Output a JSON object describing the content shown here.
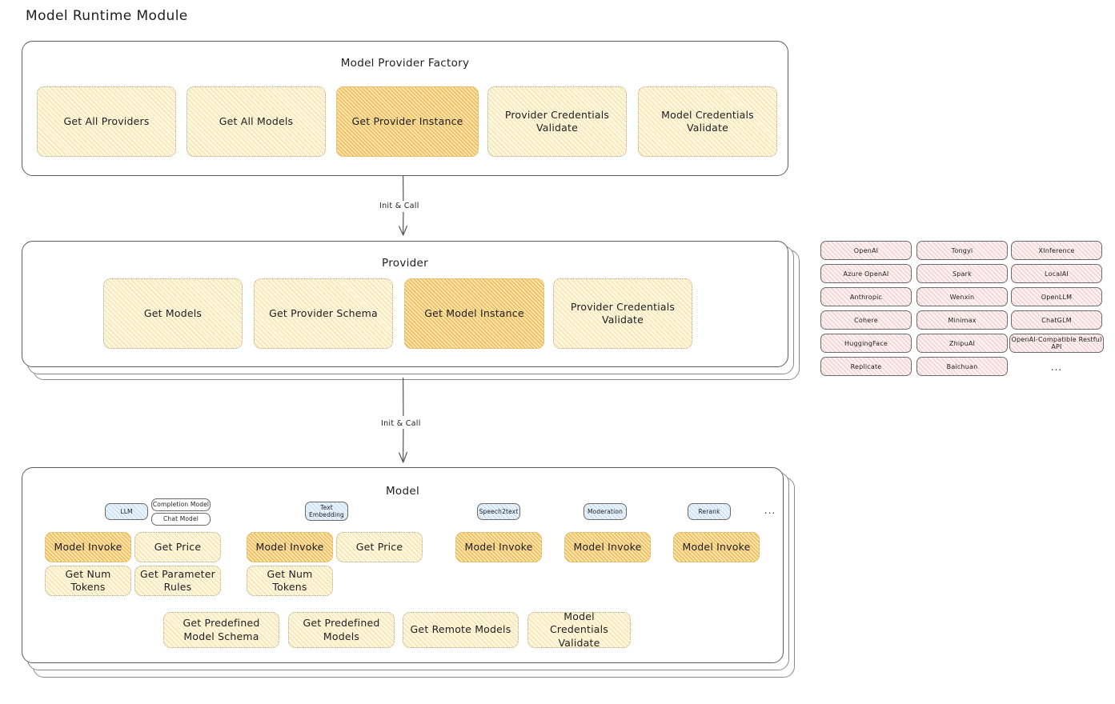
{
  "page": {
    "title": "Model Runtime Module"
  },
  "factory": {
    "title": "Model Provider Factory",
    "cards": [
      {
        "label": "Get All Providers",
        "highlight": false
      },
      {
        "label": "Get All Models",
        "highlight": false
      },
      {
        "label": "Get Provider Instance",
        "highlight": true
      },
      {
        "label": "Provider Credentials Validate",
        "highlight": false
      },
      {
        "label": "Model Credentials Validate",
        "highlight": false
      }
    ]
  },
  "arrows": [
    {
      "label": "Init & Call"
    },
    {
      "label": "Init & Call"
    }
  ],
  "provider": {
    "title": "Provider",
    "cards": [
      {
        "label": "Get Models",
        "highlight": false
      },
      {
        "label": "Get Provider Schema",
        "highlight": false
      },
      {
        "label": "Get Model Instance",
        "highlight": true
      },
      {
        "label": "Provider Credentials Validate",
        "highlight": false
      }
    ]
  },
  "provider_list": {
    "columns": [
      {
        "items": [
          "OpenAI",
          "Azure OpenAI",
          "Anthropic",
          "Cohere",
          "HuggingFace",
          "Replicate"
        ]
      },
      {
        "items": [
          "Tongyi",
          "Spark",
          "Wenxin",
          "Minimax",
          "ZhipuAI",
          "Baichuan"
        ]
      },
      {
        "items": [
          "XInference",
          "LocalAI",
          "OpenLLM",
          "ChatGLM",
          "OpenAI-Compatible Restful API"
        ]
      }
    ],
    "more": "..."
  },
  "model": {
    "title": "Model",
    "more": "...",
    "types": [
      {
        "name": "LLM",
        "sub": [
          "Completion Model",
          "Chat Model"
        ],
        "cards": [
          {
            "label": "Model Invoke",
            "highlight": true
          },
          {
            "label": "Get Price",
            "highlight": false
          },
          {
            "label": "Get Num Tokens",
            "highlight": false
          },
          {
            "label": "Get Parameter Rules",
            "highlight": false
          }
        ]
      },
      {
        "name": "Text Embedding",
        "sub": [],
        "cards": [
          {
            "label": "Model Invoke",
            "highlight": true
          },
          {
            "label": "Get Price",
            "highlight": false
          },
          {
            "label": "Get Num Tokens",
            "highlight": false
          }
        ]
      },
      {
        "name": "Speech2text",
        "sub": [],
        "cards": [
          {
            "label": "Model Invoke",
            "highlight": true
          }
        ]
      },
      {
        "name": "Moderation",
        "sub": [],
        "cards": [
          {
            "label": "Model Invoke",
            "highlight": true
          }
        ]
      },
      {
        "name": "Rerank",
        "sub": [],
        "cards": [
          {
            "label": "Model Invoke",
            "highlight": true
          }
        ]
      }
    ],
    "common_cards": [
      {
        "label": "Get Predefined Model Schema",
        "highlight": false
      },
      {
        "label": "Get Predefined Models",
        "highlight": false
      },
      {
        "label": "Get Remote Models",
        "highlight": false
      },
      {
        "label": "Model Credentials Validate",
        "highlight": false
      }
    ]
  },
  "colors": {
    "card_fill": "#fdf6df",
    "card_fill_highlight": "#fbe3ab",
    "chip_fill": "#fdf0f0",
    "badge_fill": "#e8f2fb",
    "stroke": "#1e1e1e"
  }
}
